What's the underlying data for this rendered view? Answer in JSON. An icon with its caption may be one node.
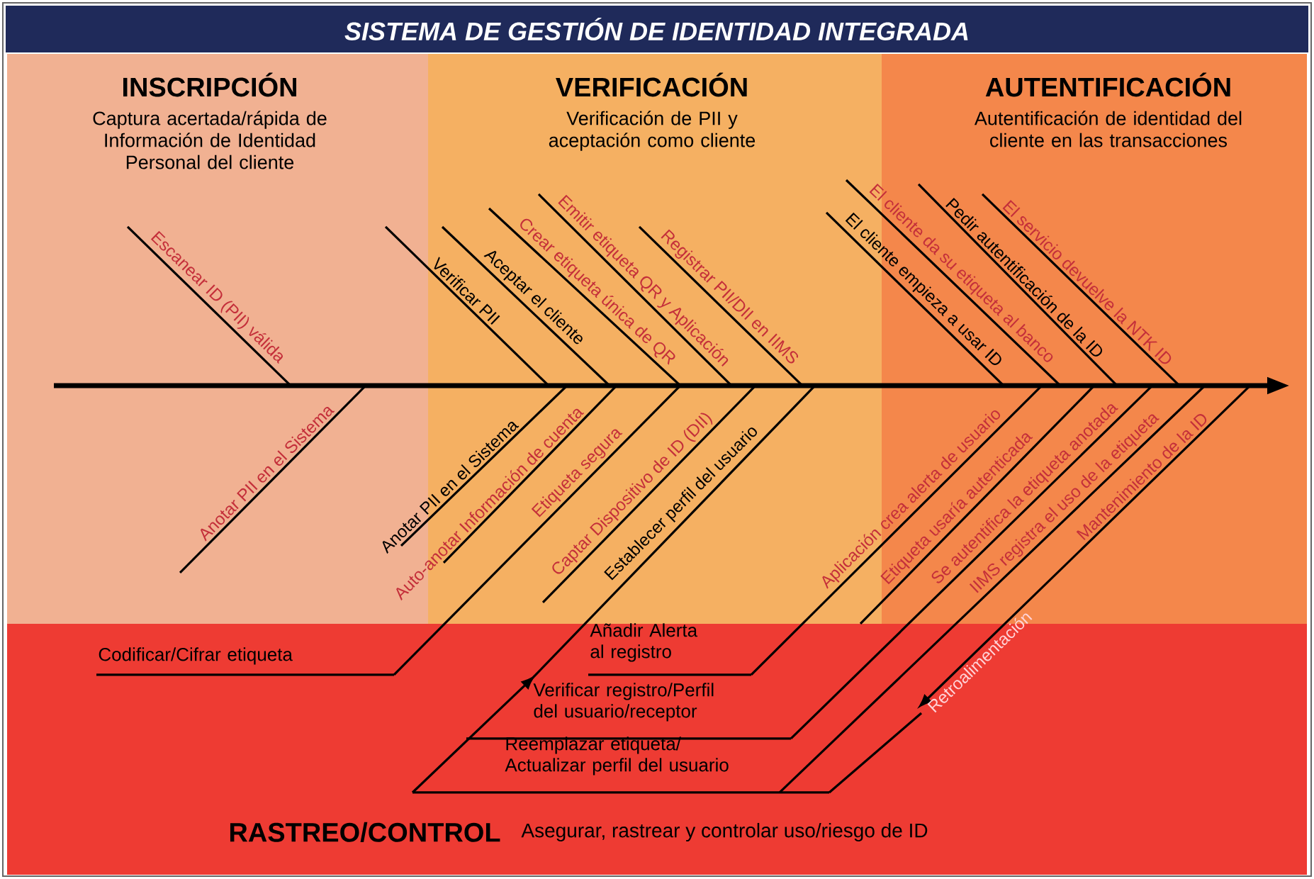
{
  "diagram": {
    "title": "SISTEMA DE GESTIÓN DE IDENTIDAD INTEGRADA",
    "labels": [
      "INSCRIPCIÓN",
      "Captura acertada/rápida de Información de Identidad Personal del cliente",
      "VERIFICACIÓN",
      "Verificación de PII y aceptación como cliente",
      "AUTENTIFICACIÓN",
      "Autentificación de identidad del cliente en las transacciones",
      "Escanear ID (PII) válida",
      "Verificar PII",
      "Aceptar el cliente",
      "Crear etiqueta única de QR",
      "Emitir etiqueta QR y Aplicación",
      "Registrar PII/DII en IIMS",
      "El cliente empieza a usar ID",
      "El cliente da su etiqueta al banco",
      "Pedir autentificación de la ID",
      "El servicio devuelve la NTK ID",
      "Anotar PII en el Sistema",
      "Anotar PII en el Sistema",
      "Auto-anotar Información de cuenta",
      "Etiqueta segura",
      "Captar Dispositivo de ID (DII)",
      "Establecer perfil del usuario",
      "Aplicación crea alerta de usuario",
      "Etiqueta usaría autenticada",
      "Se autentifica la etiqueta anotada",
      "IIMS registra el uso de la etiqueta",
      "Mantenimiento de la ID",
      "Retroalimentación",
      "Codificar/Cifrar etiqueta",
      "Añadir Alerta al registro",
      "Verificar registro/Perfil del usuario/receptor",
      "Reemplazar etiqueta/ Actualizar perfil del usuario",
      "RASTREO/CONTROL",
      "Asegurar, rastrear y controlar uso/riesgo de ID"
    ]
  }
}
